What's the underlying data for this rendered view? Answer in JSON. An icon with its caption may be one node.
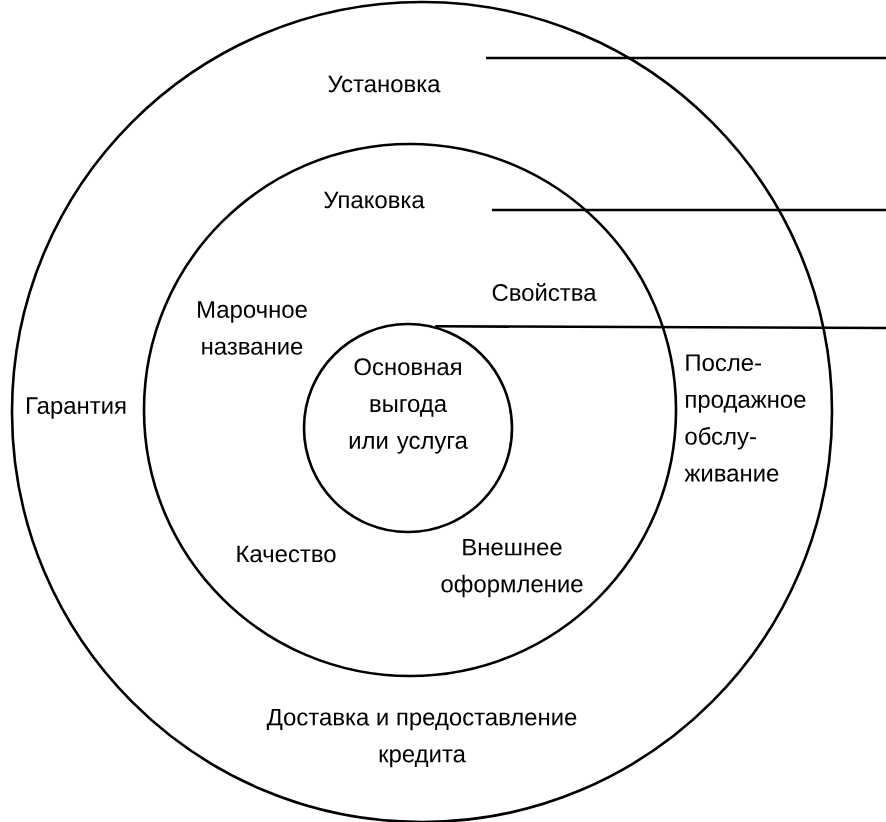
{
  "diagram": {
    "nodes": [
      {
        "text": [
          "Установка",
          "Гарантия",
          "После- продажное обслу- живание",
          "Доставка и предоставление кредита"
        ]
      },
      {
        "text": [
          "Упаковка",
          "Свойства",
          "Марочное название",
          "Качество",
          "Внешнее оформление"
        ],
        "in": 0
      },
      {
        "text": [
          "Основная выгода или услуга"
        ],
        "in": 1
      }
    ],
    "edges": [
      {
        "from": null,
        "to": 0,
        "arrow": "none"
      },
      {
        "from": null,
        "to": 1,
        "arrow": "none"
      },
      {
        "from": null,
        "to": 2,
        "arrow": "none"
      }
    ]
  }
}
